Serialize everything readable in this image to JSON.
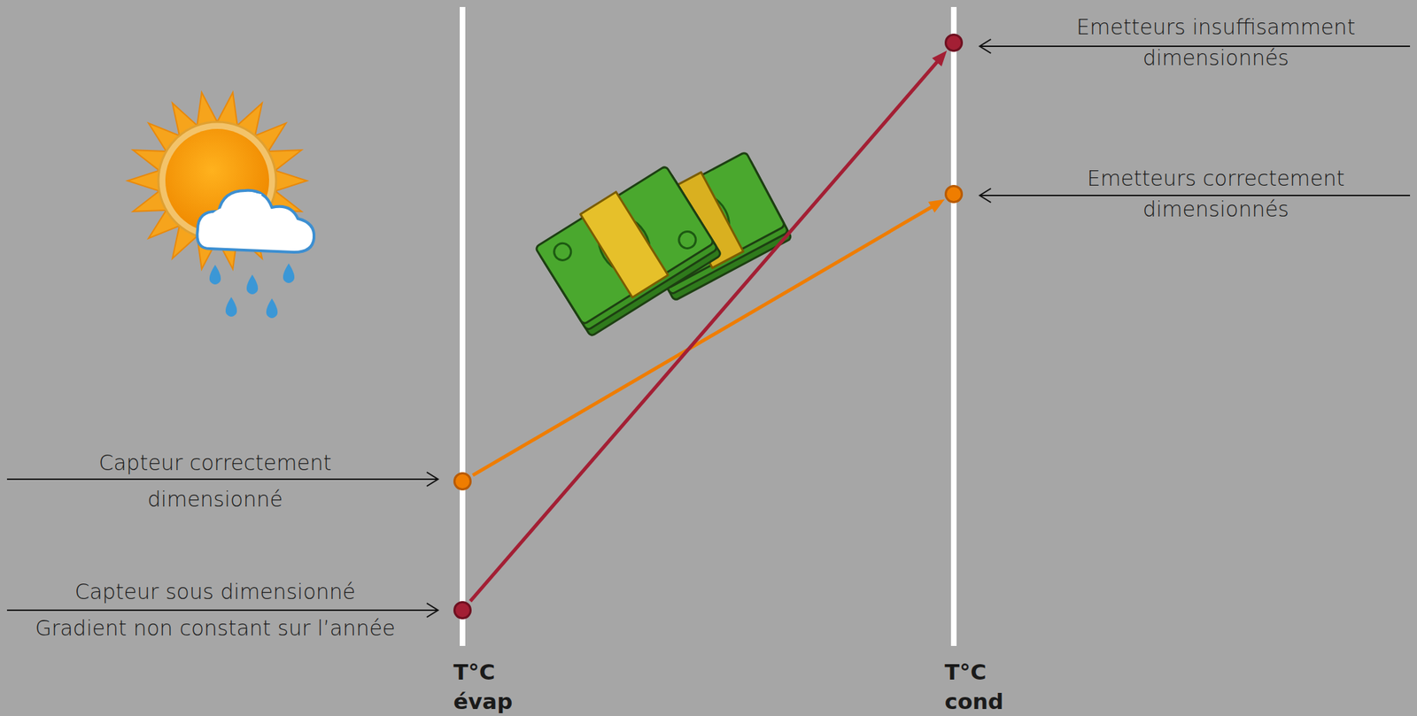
{
  "diagram": {
    "nodes": [
      {
        "text": [
          "Emetteurs insuffisamment dimensionnés"
        ]
      },
      {
        "text": [
          "Emetteurs correctement dimensionnés"
        ]
      },
      {
        "text": [
          "Capteur correctement dimensionné"
        ]
      },
      {
        "text": [
          "Capteur sous dimensionné",
          "Gradient non constant sur l’année"
        ]
      }
    ],
    "edges": [
      {
        "from": 2,
        "to": 1,
        "arrow": "to"
      },
      {
        "from": 3,
        "to": 0,
        "arrow": "to"
      }
    ],
    "labels": [
      "T°C évap",
      "T°C cond"
    ]
  }
}
